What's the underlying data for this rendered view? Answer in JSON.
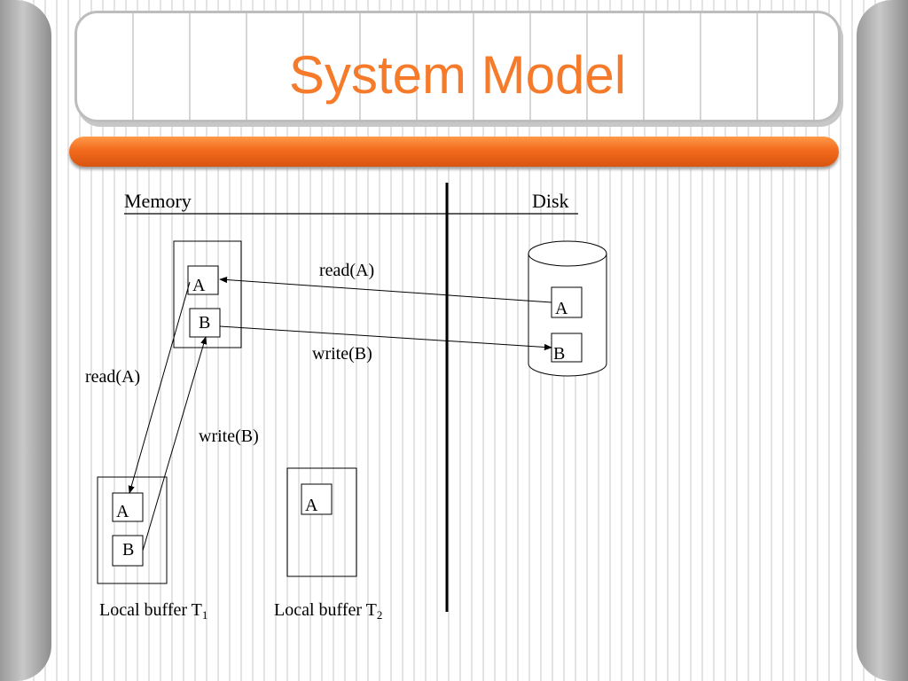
{
  "slide": {
    "title": "System Model",
    "accent_color": "#f57a2a"
  },
  "diagram": {
    "memory_label": "Memory",
    "disk_label": "Disk",
    "memory_block": {
      "cells": [
        "A",
        "B"
      ]
    },
    "disk_block": {
      "cells": [
        "A",
        "B"
      ]
    },
    "local_buffer_t1": {
      "cells": [
        "A",
        "B"
      ],
      "label_prefix": "Local buffer T",
      "label_subscript": "1"
    },
    "local_buffer_t2": {
      "cells": [
        "A"
      ],
      "label_prefix": "Local buffer T",
      "label_subscript": "2"
    },
    "edges": [
      {
        "from": "disk.A",
        "to": "memory.A",
        "label": "read(A)"
      },
      {
        "from": "memory.B",
        "to": "disk.B",
        "label": "write(B)"
      },
      {
        "from": "memory.A",
        "to": "t1.A",
        "label": "read(A)"
      },
      {
        "from": "t1.B",
        "to": "memory.B",
        "label": "write(B)"
      }
    ]
  }
}
